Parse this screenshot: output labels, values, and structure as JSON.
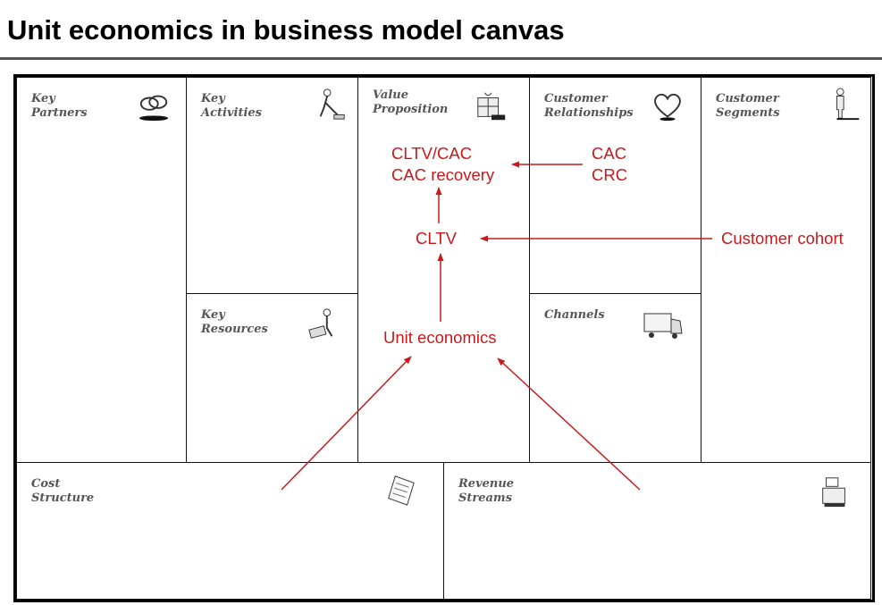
{
  "title": "Unit economics in business model canvas",
  "blocks": {
    "key_partners": [
      "Key",
      "Partners"
    ],
    "key_activities": [
      "Key",
      "Activities"
    ],
    "key_resources": [
      "Key",
      "Resources"
    ],
    "value_proposition": [
      "Value",
      "Proposition"
    ],
    "customer_relationships": [
      "Customer",
      "Relationships"
    ],
    "channels": [
      "Channels"
    ],
    "customer_segments": [
      "Customer",
      "Segments"
    ],
    "cost_structure": [
      "Cost",
      "Structure"
    ],
    "revenue_streams": [
      "Revenue",
      "Streams"
    ]
  },
  "metrics": {
    "cltv_cac": "CLTV/CAC",
    "cac_recovery": "CAC recovery",
    "cac": "CAC",
    "crc": "CRC",
    "cltv": "CLTV",
    "customer_cohort": "Customer cohort",
    "unit_economics": "Unit economics"
  },
  "colors": {
    "accent": "#c8191b",
    "border": "#111111",
    "label": "#555555"
  }
}
